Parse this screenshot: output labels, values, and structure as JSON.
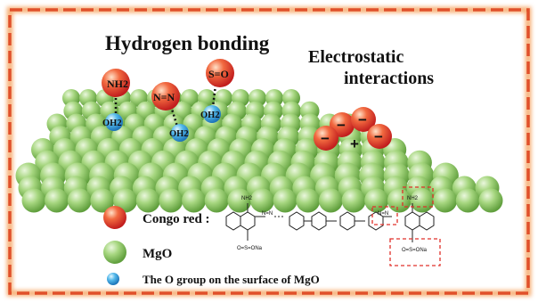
{
  "titles": {
    "hydrogen_bonding": "Hydrogen bonding",
    "electrostatic_line1": "Electrostatic",
    "electrostatic_line2": "interactions"
  },
  "molecules": {
    "nh2": "NH2",
    "nn": "N=N",
    "so": "S=O",
    "oh_surface": "OH2"
  },
  "charges": {
    "minus": "−",
    "plus": "+"
  },
  "legend": {
    "congo_red": "Congo red :",
    "mgo": "MgO",
    "o_group": "The O group on the surface of MgO"
  },
  "structure_labels": {
    "nh2_top": "NH2",
    "nh2_right": "NH2",
    "so3na_left": "O=S=ONa",
    "so3na_right": "O=S=ONa",
    "nn_left": "N=N",
    "nn_right": "N=N"
  },
  "colors": {
    "border": "#e0502a",
    "border_glow": "#f7b27a",
    "mgo_green": "#8dc86a",
    "congo_red": "#e8463a",
    "o_blue": "#3aa4dc"
  }
}
